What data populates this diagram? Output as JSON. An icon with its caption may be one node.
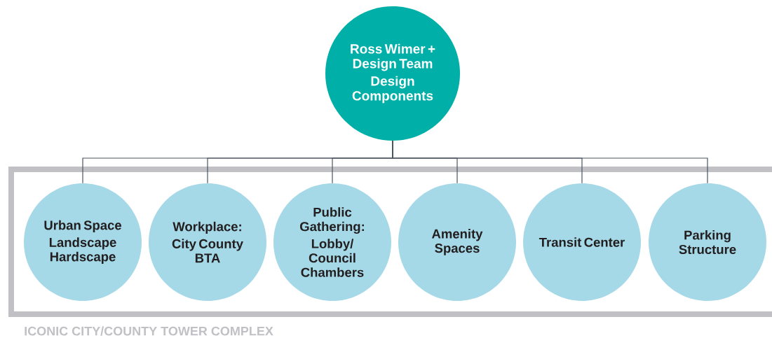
{
  "diagram": {
    "nodes": [
      {
        "text": [
          "Ross Wimer + Design Team",
          "Design Components"
        ]
      },
      {
        "text": [
          "ICONIC CITY/COUNTY TOWER COMPLEX"
        ]
      },
      {
        "text": [
          "Urban Space",
          "Landscape Hardscape"
        ],
        "in": 1
      },
      {
        "text": [
          "Workplace:",
          "City County BTA"
        ],
        "in": 1
      },
      {
        "text": [
          "Public Gathering:",
          "Lobby/ Council Chambers"
        ],
        "in": 1
      },
      {
        "text": [
          "Amenity Spaces"
        ],
        "in": 1
      },
      {
        "text": [
          "Transit Center"
        ],
        "in": 1
      },
      {
        "text": [
          "Parking Structure"
        ],
        "in": 1
      }
    ],
    "edges": [
      {
        "from": 0,
        "to": 2,
        "arrow": "none"
      },
      {
        "from": 0,
        "to": 3,
        "arrow": "none"
      },
      {
        "from": 0,
        "to": 4,
        "arrow": "none"
      },
      {
        "from": 0,
        "to": 5,
        "arrow": "none"
      },
      {
        "from": 0,
        "to": 6,
        "arrow": "none"
      },
      {
        "from": 0,
        "to": 7,
        "arrow": "none"
      }
    ]
  }
}
